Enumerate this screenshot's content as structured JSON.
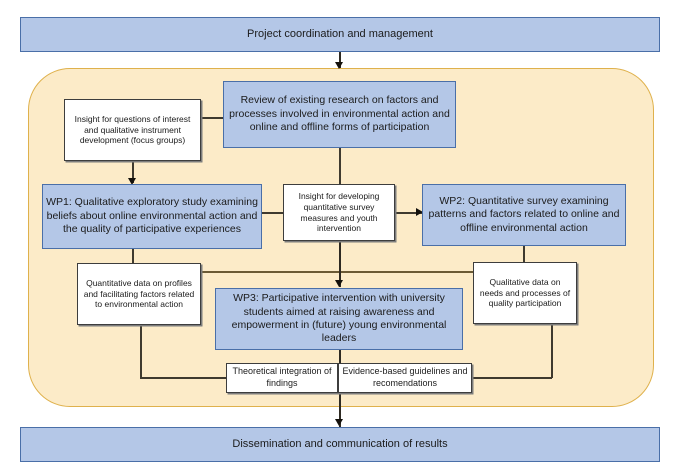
{
  "diagram": {
    "title": "Project work package flow diagram",
    "colors": {
      "process_fill": "#b4c7e7",
      "process_border": "#4a6fa8",
      "note_fill": "#ffffff",
      "note_border": "#3d3d3d",
      "container_fill": "#fcebc8",
      "container_border": "#dfb14c",
      "connector": "#3f3a2f",
      "page_background": "#ffffff"
    },
    "top_banner": {
      "label": "Project coordination and management"
    },
    "bottom_banner": {
      "label": "Dissemination and communication of results"
    },
    "nodes": {
      "review": {
        "label": "Review of existing research on factors and processes involved in environmental action and online and offline forms of participation",
        "type": "process"
      },
      "insight_questions": {
        "label": "Insight for questions of interest and qualitative instrument development (focus groups)",
        "type": "note"
      },
      "wp1": {
        "label": "WP1: Qualitative exploratory study examining beliefs about online environmental action and the quality of participative experiences",
        "type": "process"
      },
      "insight_measures": {
        "label": "Insight for developing quantitative survey measures and youth intervention",
        "type": "note"
      },
      "wp2": {
        "label": "WP2: Quantitative survey examining patterns and factors related to online and offline environmental action",
        "type": "process"
      },
      "quant_data": {
        "label": "Quantitative data on profiles and facilitating factors related to environmental action",
        "type": "note"
      },
      "qual_data": {
        "label": "Qualitative data on needs and processes of quality participation",
        "type": "note"
      },
      "wp3": {
        "label": "WP3: Participative intervention with university students aimed at raising awareness and empowerment in  (future) young environmental leaders",
        "type": "process"
      },
      "theoretical": {
        "label": "Theoretical integration of findings",
        "type": "note"
      },
      "evidence": {
        "label": "Evidence-based guidelines and recomendations",
        "type": "note"
      }
    }
  }
}
